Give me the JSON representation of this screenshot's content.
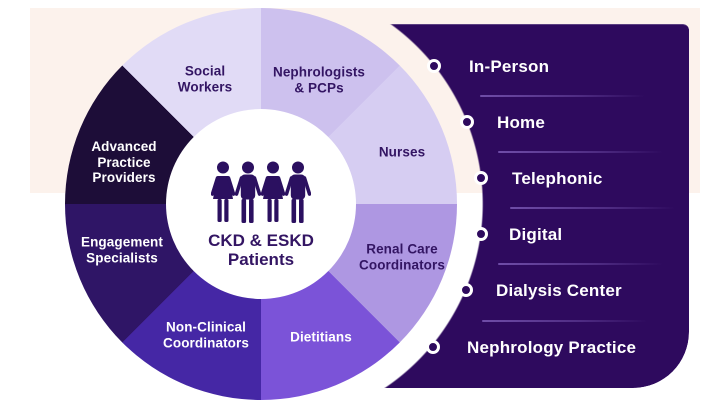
{
  "colors": {
    "background": "#FFFFFF",
    "band": "#FCF2EC",
    "panel": "#2E0A5E",
    "ink": "#331563",
    "icon": "#2B1060",
    "separator": "#A484E4"
  },
  "wheel": {
    "center": {
      "icon": "patients-group-icon",
      "title": "CKD & ESKD\nPatients"
    },
    "segments": [
      {
        "label": "Nephrologists\n& PCPs",
        "color": "#CDC1EE",
        "text_color": "#331563"
      },
      {
        "label": "Nurses",
        "color": "#D6CDF2",
        "text_color": "#331563"
      },
      {
        "label": "Renal Care\nCoordinators",
        "color": "#AE97E2",
        "text_color": "#331563"
      },
      {
        "label": "Dietitians",
        "color": "#7B53D8",
        "text_color": "#FFFFFF"
      },
      {
        "label": "Non-Clinical\nCoordinators",
        "color": "#4527A5",
        "text_color": "#FFFFFF"
      },
      {
        "label": "Engagement\nSpecialists",
        "color": "#2F1566",
        "text_color": "#FFFFFF"
      },
      {
        "label": "Advanced\nPractice\nProviders",
        "color": "#1D0D38",
        "text_color": "#FFFFFF"
      },
      {
        "label": "Social\nWorkers",
        "color": "#E1DBF6",
        "text_color": "#331563"
      }
    ]
  },
  "panel": {
    "items": [
      {
        "label": "In-Person"
      },
      {
        "label": "Home"
      },
      {
        "label": "Telephonic"
      },
      {
        "label": "Digital"
      },
      {
        "label": "Dialysis Center"
      },
      {
        "label": "Nephrology Practice"
      }
    ]
  }
}
